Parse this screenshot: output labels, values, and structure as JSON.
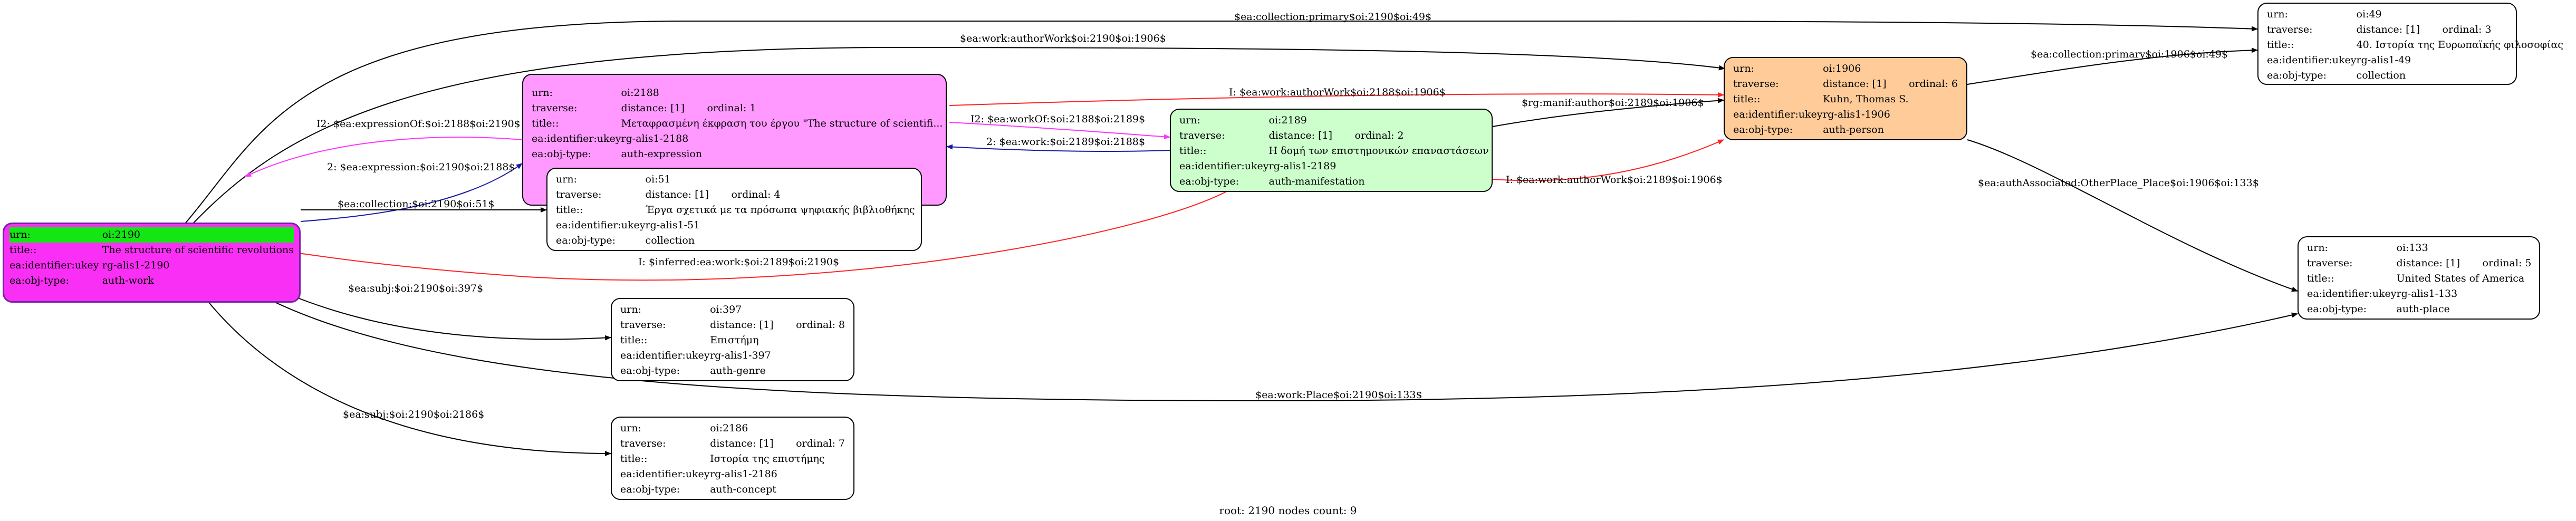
{
  "nodes": {
    "n2190": {
      "urn_label": "urn:",
      "urn": "oi:2190",
      "title_label": "title::",
      "title": "The structure of scientific revolutions",
      "ukey_label": "ea:identifier:ukey",
      "ukey": "rg-alis1-2190",
      "type_label": "ea:obj-type:",
      "type": "auth-work",
      "fill": "#f92ff5",
      "border": "#7a1fa8"
    },
    "n2188": {
      "urn_label": "urn:",
      "urn": "oi:2188",
      "traverse_label": "traverse:",
      "distance": "distance: [1]",
      "ordinal": "ordinal: 1",
      "title_label": "title::",
      "title": "Μεταφρασμένη έκφραση του έργου \"The structure of scientifi...",
      "ukey_label": "ea:identifier:ukey",
      "ukey": "rg-alis1-2188",
      "type_label": "ea:obj-type:",
      "type": "auth-expression",
      "fill": "#ff99ff"
    },
    "n2189": {
      "urn_label": "urn:",
      "urn": "oi:2189",
      "traverse_label": "traverse:",
      "distance": "distance: [1]",
      "ordinal": "ordinal: 2",
      "title_label": "title::",
      "title": "Η δομή των επιστημονικών επαναστάσεων",
      "ukey_label": "ea:identifier:ukey",
      "ukey": "rg-alis1-2189",
      "type_label": "ea:obj-type:",
      "type": "auth-manifestation",
      "fill": "#ccffcc"
    },
    "n1906": {
      "urn_label": "urn:",
      "urn": "oi:1906",
      "traverse_label": "traverse:",
      "distance": "distance: [1]",
      "ordinal": "ordinal: 6",
      "title_label": "title::",
      "title": "Kuhn, Thomas S.",
      "ukey_label": "ea:identifier:ukey",
      "ukey": "rg-alis1-1906",
      "type_label": "ea:obj-type:",
      "type": "auth-person",
      "fill": "#ffcc99"
    },
    "n49": {
      "urn_label": "urn:",
      "urn": "oi:49",
      "traverse_label": "traverse:",
      "distance": "distance: [1]",
      "ordinal": "ordinal: 3",
      "title_label": "title::",
      "title": "40. Ιστορία της Ευρωπαϊκής φιλοσοφίας",
      "ukey_label": "ea:identifier:ukey",
      "ukey": "rg-alis1-49",
      "type_label": "ea:obj-type:",
      "type": "collection",
      "fill": "#ffffff"
    },
    "n51": {
      "urn_label": "urn:",
      "urn": "oi:51",
      "traverse_label": "traverse:",
      "distance": "distance: [1]",
      "ordinal": "ordinal: 4",
      "title_label": "title::",
      "title": "Έργα σχετικά με τα πρόσωπα ψηφιακής βιβλιοθήκης",
      "ukey_label": "ea:identifier:ukey",
      "ukey": "rg-alis1-51",
      "type_label": "ea:obj-type:",
      "type": "collection",
      "fill": "#ffffff"
    },
    "n133": {
      "urn_label": "urn:",
      "urn": "oi:133",
      "traverse_label": "traverse:",
      "distance": "distance: [1]",
      "ordinal": "ordinal: 5",
      "title_label": "title::",
      "title": "United States of America",
      "ukey_label": "ea:identifier:ukey",
      "ukey": "rg-alis1-133",
      "type_label": "ea:obj-type:",
      "type": "auth-place",
      "fill": "#ffffff"
    },
    "n397": {
      "urn_label": "urn:",
      "urn": "oi:397",
      "traverse_label": "traverse:",
      "distance": "distance: [1]",
      "ordinal": "ordinal: 8",
      "title_label": "title::",
      "title": "Επιστήμη",
      "ukey_label": "ea:identifier:ukey",
      "ukey": "rg-alis1-397",
      "type_label": "ea:obj-type:",
      "type": "auth-genre",
      "fill": "#ffffff"
    },
    "n2186": {
      "urn_label": "urn:",
      "urn": "oi:2186",
      "traverse_label": "traverse:",
      "distance": "distance: [1]",
      "ordinal": "ordinal: 7",
      "title_label": "title::",
      "title": "Ιστορία της επιστήμης",
      "ukey_label": "ea:identifier:ukey",
      "ukey": "rg-alis1-2186",
      "type_label": "ea:obj-type:",
      "type": "auth-concept",
      "fill": "#ffffff"
    }
  },
  "edges": [
    {
      "id": "e1",
      "label": "$ea:collection:primary$oi:2190$oi:49$",
      "color": "#000000"
    },
    {
      "id": "e2",
      "label": "$ea:work:authorWork$oi:2190$oi:1906$",
      "color": "#000000"
    },
    {
      "id": "e3",
      "label": "I2: $ea:expressionOf:$oi:2188$oi:2190$",
      "color": "#ff33ff"
    },
    {
      "id": "e4",
      "label": "2: $ea:expression:$oi:2190$oi:2188$",
      "color": "#1a1aa8"
    },
    {
      "id": "e5",
      "label": "I: $ea:work:authorWork$oi:2188$oi:1906$",
      "color": "#ff2222"
    },
    {
      "id": "e6",
      "label": "I2: $ea:workOf:$oi:2188$oi:2189$",
      "color": "#ff33ff"
    },
    {
      "id": "e7",
      "label": "2: $ea:work:$oi:2189$oi:2188$",
      "color": "#1a1aa8"
    },
    {
      "id": "e8",
      "label": "$rg:manif:author$oi:2189$oi:1906$",
      "color": "#000000"
    },
    {
      "id": "e9",
      "label": "I: $ea:work:authorWork$oi:2189$oi:1906$",
      "color": "#ff2222"
    },
    {
      "id": "e10",
      "label": "$ea:collection:primary$oi:1906$oi:49$",
      "color": "#000000"
    },
    {
      "id": "e11",
      "label": "$ea:authAssociated:OtherPlace_Place$oi:1906$oi:133$",
      "color": "#000000"
    },
    {
      "id": "e12",
      "label": "$ea:collection:$oi:2190$oi:51$",
      "color": "#000000"
    },
    {
      "id": "e13",
      "label": "I: $inferred:ea:work:$oi:2189$oi:2190$",
      "color": "#ff2222"
    },
    {
      "id": "e14",
      "label": "$ea:subj:$oi:2190$oi:397$",
      "color": "#000000"
    },
    {
      "id": "e15",
      "label": "$ea:work:Place$oi:2190$oi:133$",
      "color": "#000000"
    },
    {
      "id": "e16",
      "label": "$ea:subj:$oi:2190$oi:2186$",
      "color": "#000000"
    }
  ],
  "footer": "root: 2190 nodes count: 9"
}
